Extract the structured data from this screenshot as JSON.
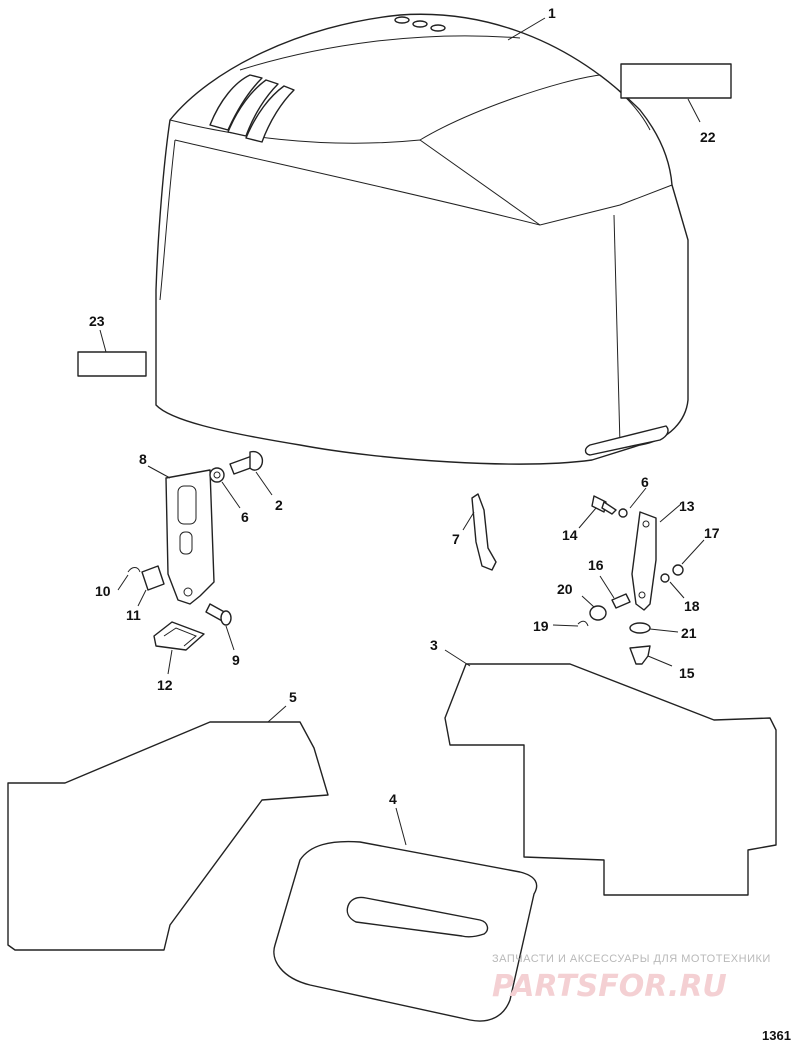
{
  "callouts": {
    "c1": "1",
    "c2": "2",
    "c3": "3",
    "c4": "4",
    "c5": "5",
    "c6a": "6",
    "c6b": "6",
    "c7": "7",
    "c8": "8",
    "c9": "9",
    "c10": "10",
    "c11": "11",
    "c12": "12",
    "c13": "13",
    "c14": "14",
    "c15": "15",
    "c16": "16",
    "c17": "17",
    "c18": "18",
    "c19": "19",
    "c20": "20",
    "c21": "21",
    "c22": "22",
    "c23": "23"
  },
  "watermark": {
    "caption": "ЗАПЧАСТИ И АКСЕССУАРЫ ДЛЯ МОТОТЕХНИКИ",
    "brand": "PARTSFOR.RU"
  },
  "figure_number": "1361"
}
